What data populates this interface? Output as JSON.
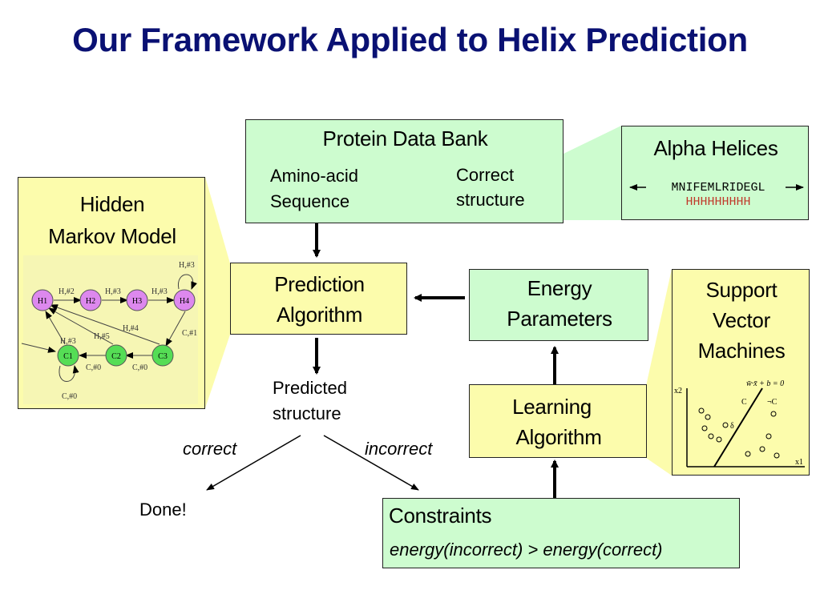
{
  "title": "Our Framework Applied to Helix Prediction",
  "pdb": {
    "title": "Protein Data Bank",
    "seq_line1": "Amino-acid",
    "seq_line2": "Sequence",
    "struct_line1": "Correct",
    "struct_line2": "structure"
  },
  "alpha": {
    "title": "Alpha Helices",
    "sequence": "MNIFEMLRIDEGL",
    "helix_marks": "HHHHHHHHH"
  },
  "hmm": {
    "title_line1": "Hidden",
    "title_line2": "Markov Model",
    "states": [
      "H1",
      "H2",
      "H3",
      "H4",
      "C1",
      "C2",
      "C3"
    ],
    "edge_labels": [
      "H,#2",
      "H,#3",
      "H,#3",
      "H,#3",
      "H,#3",
      "H,#5",
      "H,#4",
      "C,#1",
      "C,#0",
      "C,#0",
      "C,#0"
    ]
  },
  "prediction": {
    "line1": "Prediction",
    "line2": "Algorithm"
  },
  "energy": {
    "line1": "Energy",
    "line2": "Parameters"
  },
  "svm": {
    "line1": "Support",
    "line2": "Vector",
    "line3": "Machines",
    "equation": "w̄·x̄ + b = 0",
    "class_pos": "C",
    "class_neg": "¬C",
    "axis_x": "x1",
    "axis_y": "x2",
    "delta": "δ"
  },
  "predicted": {
    "line1": "Predicted",
    "line2": "structure"
  },
  "learning": {
    "line1": "Learning",
    "line2": "Algorithm"
  },
  "branches": {
    "correct": "correct",
    "incorrect": "incorrect",
    "done": "Done!"
  },
  "constraints": {
    "title": "Constraints",
    "formula": "energy(incorrect) > energy(correct)"
  },
  "colors": {
    "title": "#0a1173",
    "green_box": "#cdfccf",
    "yellow_box": "#fcfcac",
    "node_fill_h": "#dd88ee",
    "node_fill_c": "#55dd55",
    "helix_red": "#c0392b"
  }
}
